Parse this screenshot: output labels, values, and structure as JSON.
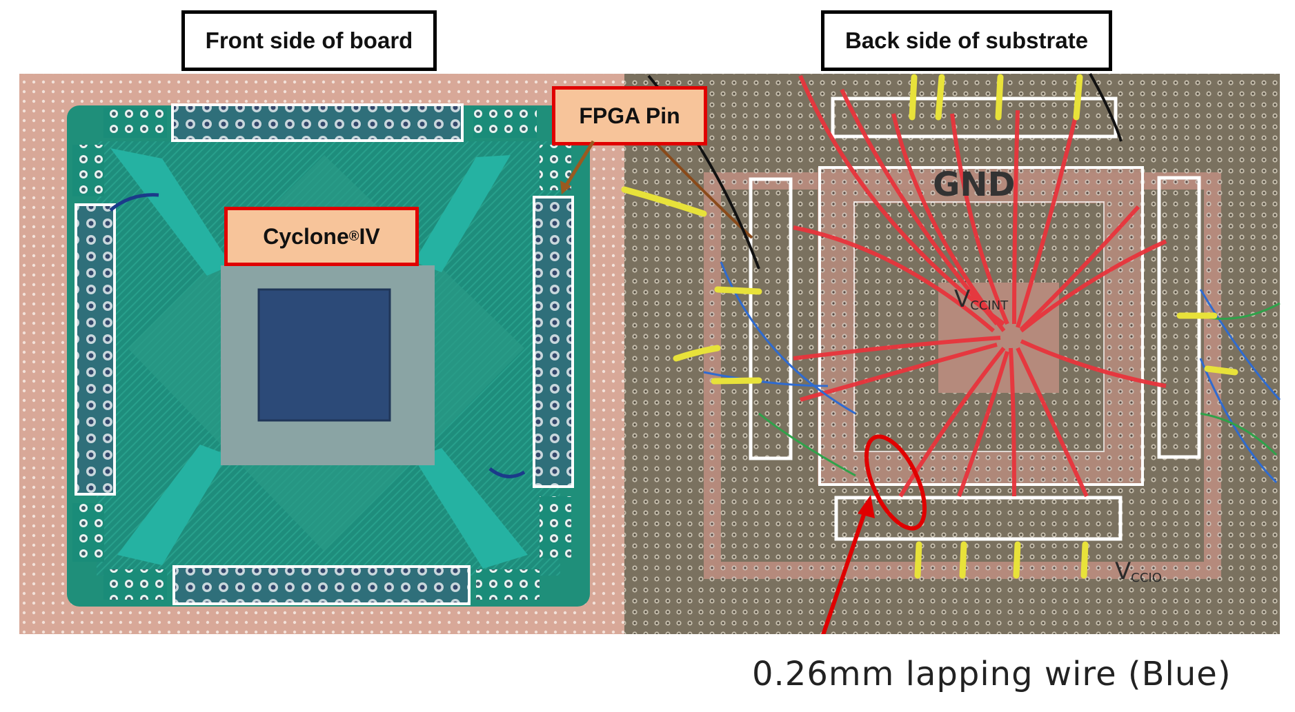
{
  "labels": {
    "front": "Front side of board",
    "back": "Back side of substrate",
    "fpga_pin": "FPGA Pin",
    "cyclone_prefix": "Cyclone ",
    "cyclone_reg": "®",
    "cyclone_suffix": "IV",
    "gnd": "GND",
    "vccint_main": "V",
    "vccint_sub": "CCINT",
    "vccio_main": "V",
    "vccio_sub": "CCIO",
    "wire_caption": "0.26mm lapping wire (Blue)"
  },
  "colors": {
    "board_copper": "#d9a794",
    "pcb_green": "#1f8f7a",
    "chip": "#2c4a78",
    "back_board": "#7d7462",
    "highlight_red": "#e00000",
    "tag_fill": "#f7c49a"
  }
}
